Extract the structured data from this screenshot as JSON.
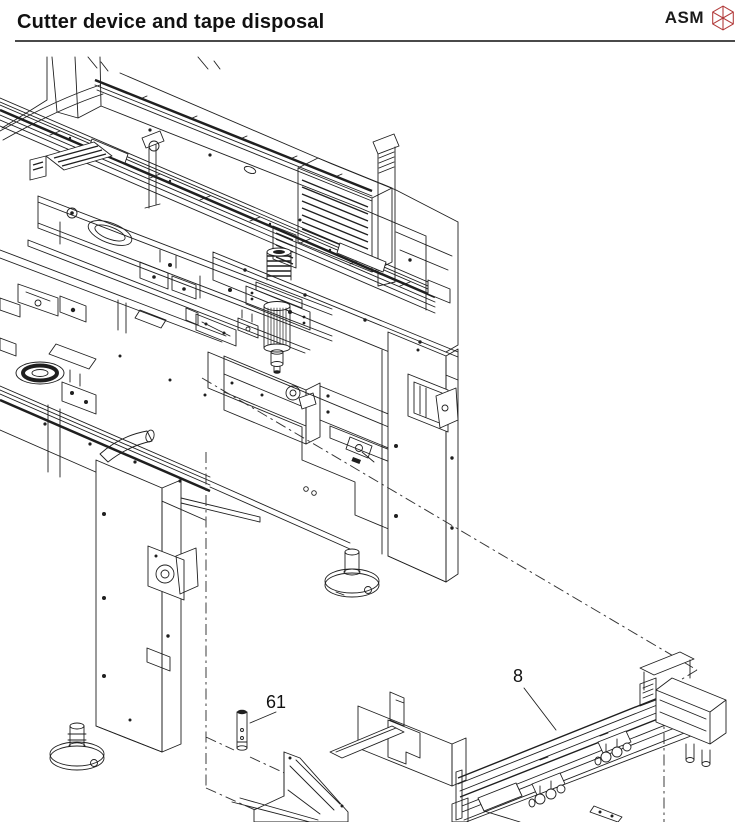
{
  "header": {
    "title": "Cutter device and tape disposal",
    "rule_color": "#4a4a4a",
    "logo": {
      "text": "ASM",
      "icon": "asm-polyhedron-icon",
      "icon_color": "#b23b3b"
    }
  },
  "figure": {
    "type": "technical-line-drawing",
    "description": "Isometric line drawing of placement machine front section; dash-dot phantom lines project to detail parts below right",
    "line_color": "#1f1f1f",
    "callouts": [
      {
        "label": "61"
      },
      {
        "label": "8"
      }
    ]
  }
}
